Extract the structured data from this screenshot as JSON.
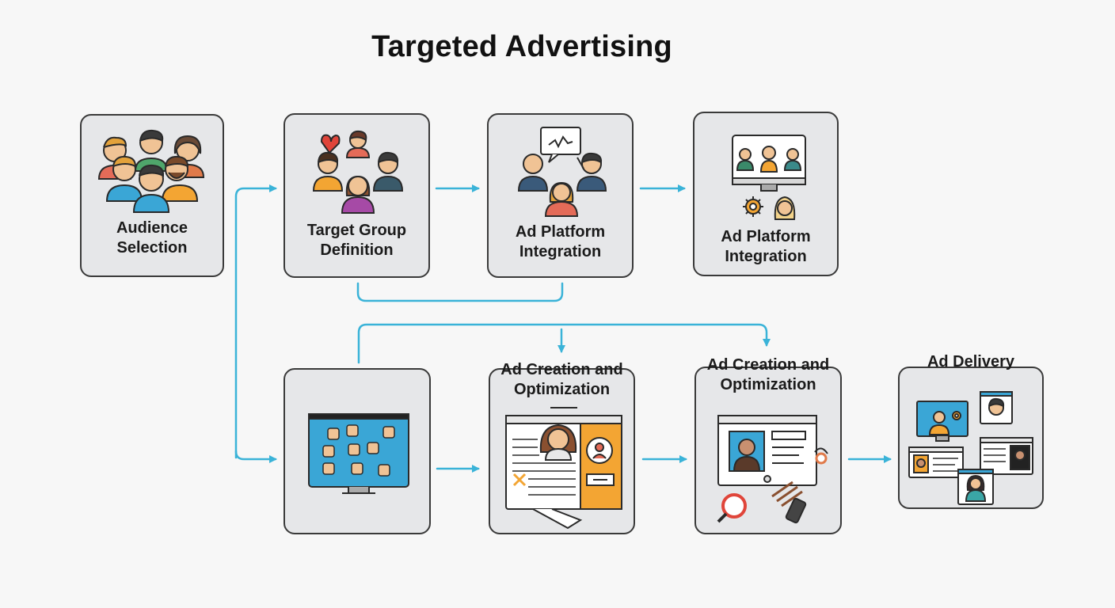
{
  "title": "Targeted Advertising",
  "colors": {
    "arrow": "#3ab3d8",
    "box_fill": "#e6e7e9",
    "box_border": "#3a3a3a",
    "accent_orange": "#f3a533",
    "accent_blue": "#3aa6d6"
  },
  "steps": [
    {
      "label_line1": "Audience",
      "label_line2": "Selection",
      "icon": "people-group-icon"
    },
    {
      "label_line1": "Target Group",
      "label_line2": "Definition",
      "icon": "target-group-icon"
    },
    {
      "label_line1": "Ad Platform",
      "label_line2": "Integration",
      "icon": "platform-meeting-icon"
    },
    {
      "label_line1": "Ad Platform",
      "label_line2": "Integration",
      "icon": "monitor-people-icon"
    },
    {
      "label_line1": "",
      "label_line2": "",
      "icon": "monitor-audience-icon"
    },
    {
      "label_line1": "Ad Creation and",
      "label_line2": "Optimization",
      "icon": "ad-document-icon"
    },
    {
      "label_line1": "Ad Creation and",
      "label_line2": "Optimization",
      "icon": "ad-analysis-icon"
    },
    {
      "label_line1": "Ad Delivery",
      "label_line2": "",
      "icon": "multi-screen-icon"
    }
  ]
}
